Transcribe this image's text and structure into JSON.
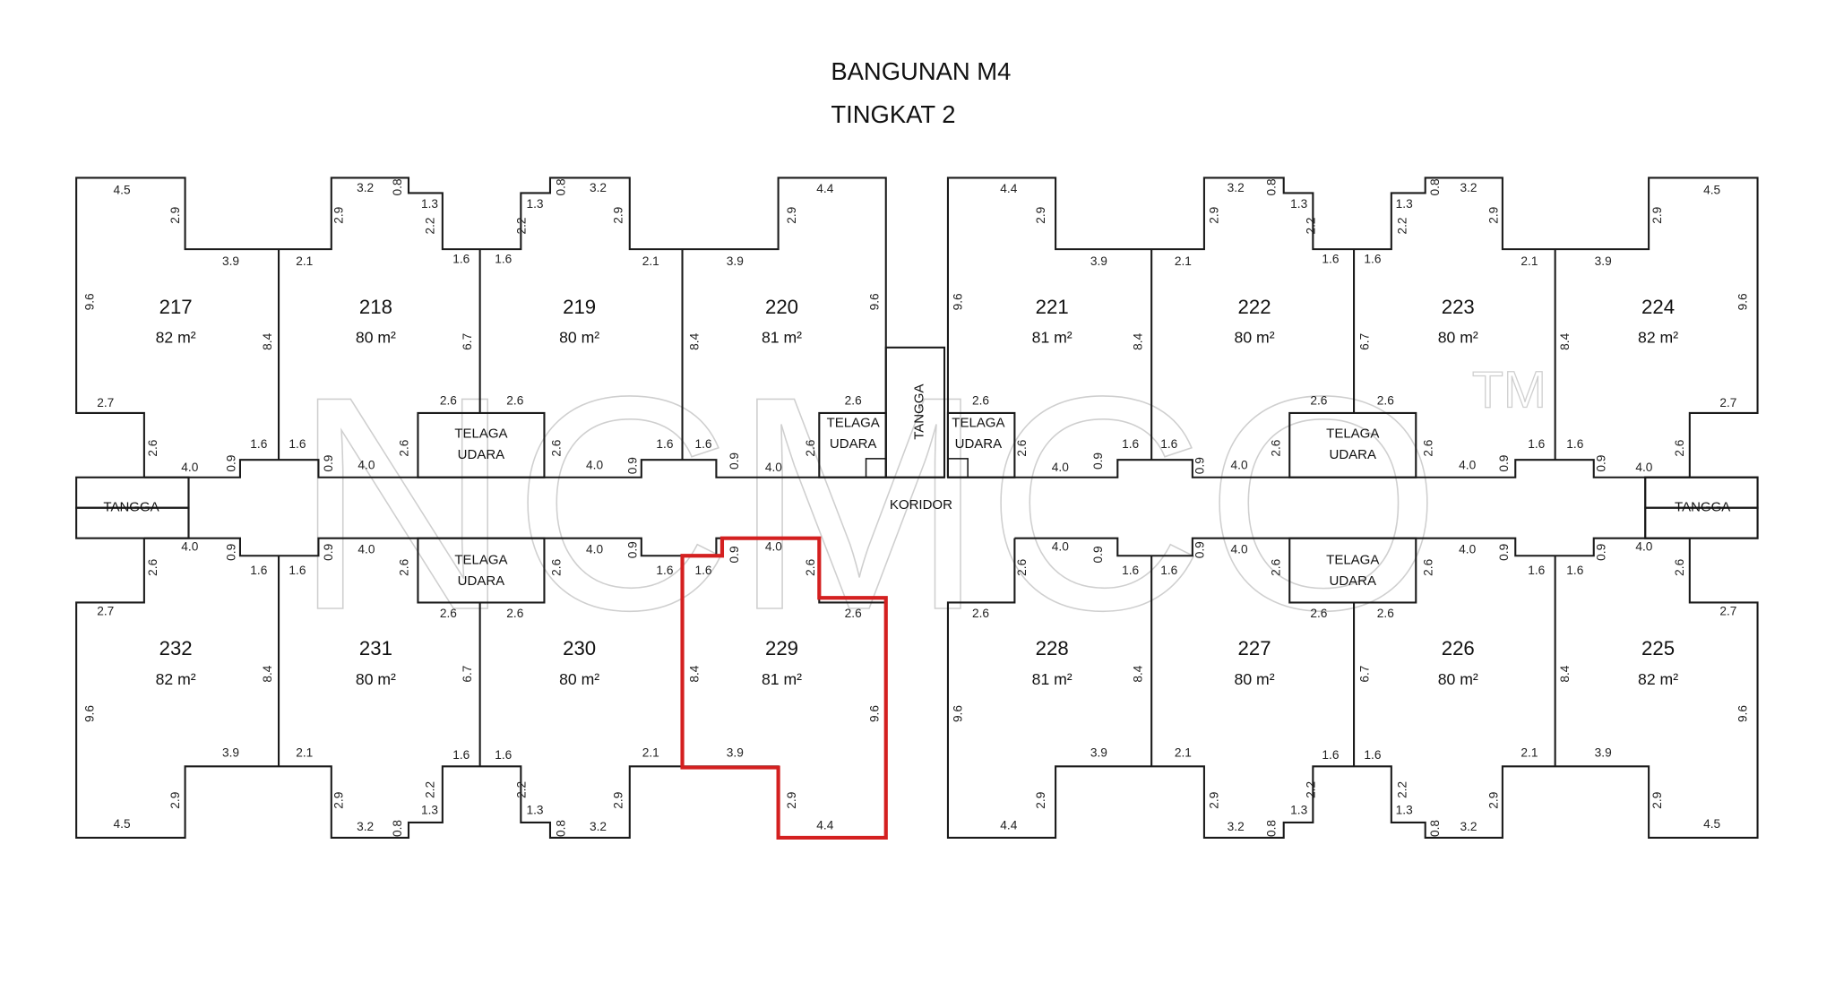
{
  "title": {
    "line1": "BANGUNAN M4",
    "line2": "TINGKAT 2"
  },
  "watermark": {
    "text": "NCMCO",
    "tm": "TM"
  },
  "highlight_color": "#d42020",
  "highlighted_unit": "229",
  "labels": {
    "telaga_line1": "TELAGA",
    "telaga_line2": "UDARA",
    "tangga": "TANGGA",
    "koridor": "KORIDOR"
  },
  "units_top": [
    {
      "no": "217",
      "area": "82 m²"
    },
    {
      "no": "218",
      "area": "80 m²"
    },
    {
      "no": "219",
      "area": "80 m²"
    },
    {
      "no": "220",
      "area": "81 m²"
    },
    {
      "no": "221",
      "area": "81 m²"
    },
    {
      "no": "222",
      "area": "80 m²"
    },
    {
      "no": "223",
      "area": "80 m²"
    },
    {
      "no": "224",
      "area": "82 m²"
    }
  ],
  "units_bottom": [
    {
      "no": "232",
      "area": "82 m²"
    },
    {
      "no": "231",
      "area": "80 m²"
    },
    {
      "no": "230",
      "area": "80 m²"
    },
    {
      "no": "229",
      "area": "81 m²"
    },
    {
      "no": "228",
      "area": "81 m²"
    },
    {
      "no": "227",
      "area": "80 m²"
    },
    {
      "no": "226",
      "area": "80 m²"
    },
    {
      "no": "225",
      "area": "82 m²"
    }
  ],
  "dimension_labels": [
    "4.5",
    "2.9",
    "3.9",
    "2.1",
    "3.2",
    "0.8",
    "1.3",
    "2.2",
    "2.9",
    "1.6",
    "1.6",
    "1.3",
    "2.2",
    "0.8",
    "3.2",
    "2.9",
    "2.1",
    "3.9",
    "4.4",
    "2.9",
    "9.6",
    "8.4",
    "6.7",
    "8.4",
    "9.6",
    "2.7",
    "2.6",
    "4.0",
    "1.6",
    "1.6",
    "0.9",
    "0.9",
    "4.0",
    "2.6",
    "2.6",
    "2.6",
    "2.6",
    "4.0",
    "0.9",
    "1.6",
    "1.6",
    "0.9",
    "4.0",
    "2.6",
    "2.6"
  ]
}
